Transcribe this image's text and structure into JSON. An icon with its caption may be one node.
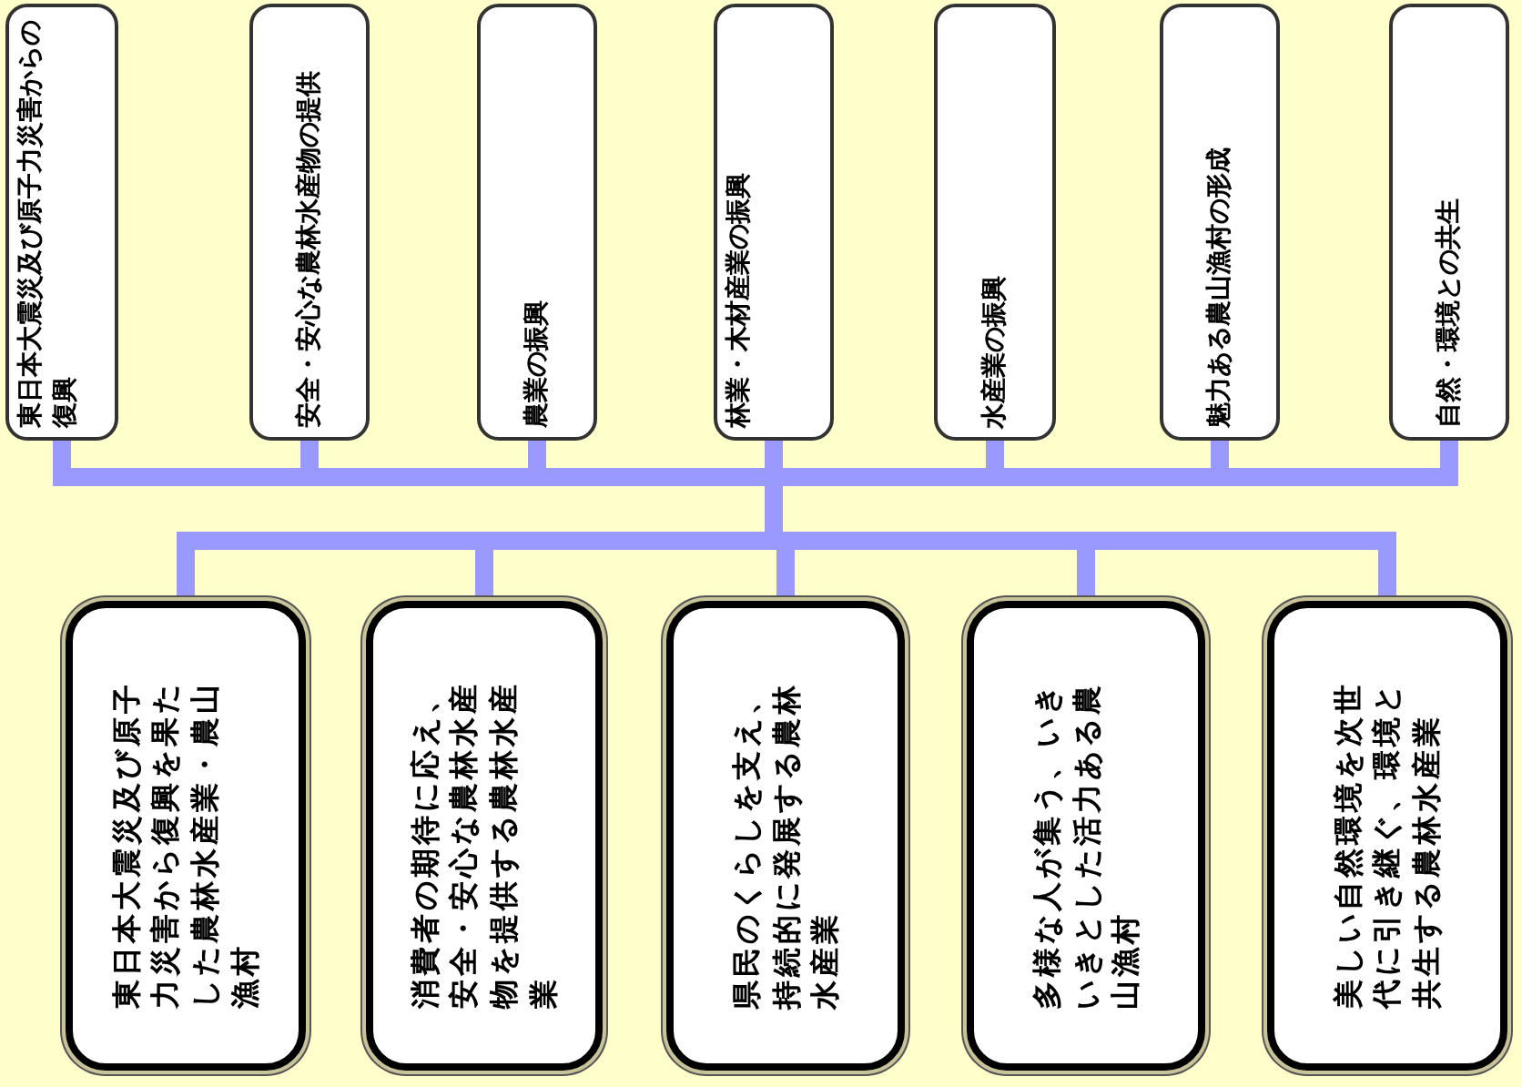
{
  "diagram": {
    "nodes": [
      {
        "text": [
          "東日本大震災及び原子力災害からの復興"
        ]
      },
      {
        "text": [
          "安全・安心な農林水産物の提供"
        ]
      },
      {
        "text": [
          "農業の振興"
        ]
      },
      {
        "text": [
          "林業・木材産業の振興"
        ]
      },
      {
        "text": [
          "水産業の振興"
        ]
      },
      {
        "text": [
          "魅力ある農山漁村の形成"
        ]
      },
      {
        "text": [
          "自然・環境との共生"
        ]
      },
      {
        "text": [
          "東日本大震災及び原子力災害から復興を果たした農林水産業・農山漁村"
        ]
      },
      {
        "text": [
          "消費者の期待に応え、安全・安心な農林水産物を提供する農林水産業"
        ]
      },
      {
        "text": [
          "県民のくらしを支え、持続的に発展する農林水産業"
        ]
      },
      {
        "text": [
          "多様な人が集う、いきいきとした活力ある農山漁村"
        ]
      },
      {
        "text": [
          "美しい自然環境を次世代に引き継ぐ、環境と共生する農林水産業"
        ]
      }
    ],
    "edges": [
      {
        "from": 0,
        "to": 7,
        "arrow": "none"
      },
      {
        "from": 0,
        "to": 8,
        "arrow": "none"
      },
      {
        "from": 0,
        "to": 9,
        "arrow": "none"
      },
      {
        "from": 0,
        "to": 10,
        "arrow": "none"
      },
      {
        "from": 0,
        "to": 11,
        "arrow": "none"
      },
      {
        "from": 1,
        "to": 7,
        "arrow": "none"
      },
      {
        "from": 1,
        "to": 8,
        "arrow": "none"
      },
      {
        "from": 1,
        "to": 9,
        "arrow": "none"
      },
      {
        "from": 1,
        "to": 10,
        "arrow": "none"
      },
      {
        "from": 1,
        "to": 11,
        "arrow": "none"
      },
      {
        "from": 2,
        "to": 7,
        "arrow": "none"
      },
      {
        "from": 2,
        "to": 8,
        "arrow": "none"
      },
      {
        "from": 2,
        "to": 9,
        "arrow": "none"
      },
      {
        "from": 2,
        "to": 10,
        "arrow": "none"
      },
      {
        "from": 2,
        "to": 11,
        "arrow": "none"
      },
      {
        "from": 3,
        "to": 7,
        "arrow": "none"
      },
      {
        "from": 3,
        "to": 8,
        "arrow": "none"
      },
      {
        "from": 3,
        "to": 9,
        "arrow": "none"
      },
      {
        "from": 3,
        "to": 10,
        "arrow": "none"
      },
      {
        "from": 3,
        "to": 11,
        "arrow": "none"
      },
      {
        "from": 4,
        "to": 7,
        "arrow": "none"
      },
      {
        "from": 4,
        "to": 8,
        "arrow": "none"
      },
      {
        "from": 4,
        "to": 9,
        "arrow": "none"
      },
      {
        "from": 4,
        "to": 10,
        "arrow": "none"
      },
      {
        "from": 4,
        "to": 11,
        "arrow": "none"
      },
      {
        "from": 5,
        "to": 7,
        "arrow": "none"
      },
      {
        "from": 5,
        "to": 8,
        "arrow": "none"
      },
      {
        "from": 5,
        "to": 9,
        "arrow": "none"
      },
      {
        "from": 5,
        "to": 10,
        "arrow": "none"
      },
      {
        "from": 5,
        "to": 11,
        "arrow": "none"
      },
      {
        "from": 6,
        "to": 7,
        "arrow": "none"
      },
      {
        "from": 6,
        "to": 8,
        "arrow": "none"
      },
      {
        "from": 6,
        "to": 9,
        "arrow": "none"
      },
      {
        "from": 6,
        "to": 10,
        "arrow": "none"
      },
      {
        "from": 6,
        "to": 11,
        "arrow": "none"
      }
    ]
  }
}
